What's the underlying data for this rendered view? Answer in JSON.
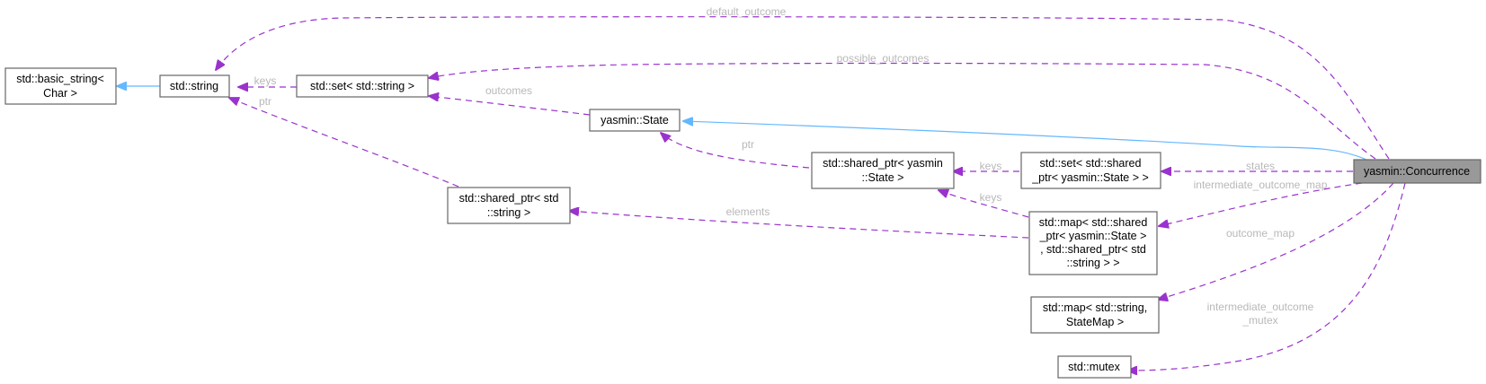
{
  "diagram": {
    "type": "collaboration-graph",
    "colors": {
      "dependency_edge": "#9a32cd",
      "inheritance_edge": "#63b8ff",
      "focus_node_fill": "#999999",
      "node_border": "#666666",
      "edge_label": "#b8b8b8"
    },
    "nodes": {
      "basic_string": {
        "lines": [
          "std::basic_string<",
          "Char >"
        ]
      },
      "string": {
        "lines": [
          "std::string"
        ]
      },
      "set_string": {
        "lines": [
          "std::set< std::string >"
        ]
      },
      "state": {
        "lines": [
          "yasmin::State"
        ]
      },
      "shared_ptr_string": {
        "lines": [
          "std::shared_ptr< std",
          "::string >"
        ]
      },
      "shared_ptr_state": {
        "lines": [
          "std::shared_ptr< yasmin",
          "::State >"
        ]
      },
      "set_shared_ptr_state": {
        "lines": [
          "std::set< std::shared",
          "_ptr< yasmin::State > >"
        ]
      },
      "map_state_string": {
        "lines": [
          "std::map< std::shared",
          "_ptr< yasmin::State >",
          ", std::shared_ptr< std",
          "::string > >"
        ]
      },
      "map_string_statemap": {
        "lines": [
          "std::map< std::string,",
          "StateMap >"
        ]
      },
      "mutex": {
        "lines": [
          "std::mutex"
        ]
      },
      "concurrence": {
        "lines": [
          "yasmin::Concurrence"
        ]
      }
    },
    "edge_labels": {
      "default_outcome": [
        "default_outcome"
      ],
      "possible_outcomes": [
        "possible_outcomes"
      ],
      "keys_string": [
        "keys"
      ],
      "ptr_string": [
        "ptr"
      ],
      "outcomes": [
        "outcomes"
      ],
      "ptr_state": [
        "ptr"
      ],
      "keys_shared_ptr_state_a": [
        "keys"
      ],
      "keys_shared_ptr_state_b": [
        "keys"
      ],
      "elements": [
        "elements"
      ],
      "states": [
        "states"
      ],
      "intermediate_outcome_map": [
        "intermediate_outcome_map"
      ],
      "outcome_map": [
        "outcome_map"
      ],
      "intermediate_outcome_mutex": [
        "intermediate_outcome",
        "_mutex"
      ]
    }
  }
}
